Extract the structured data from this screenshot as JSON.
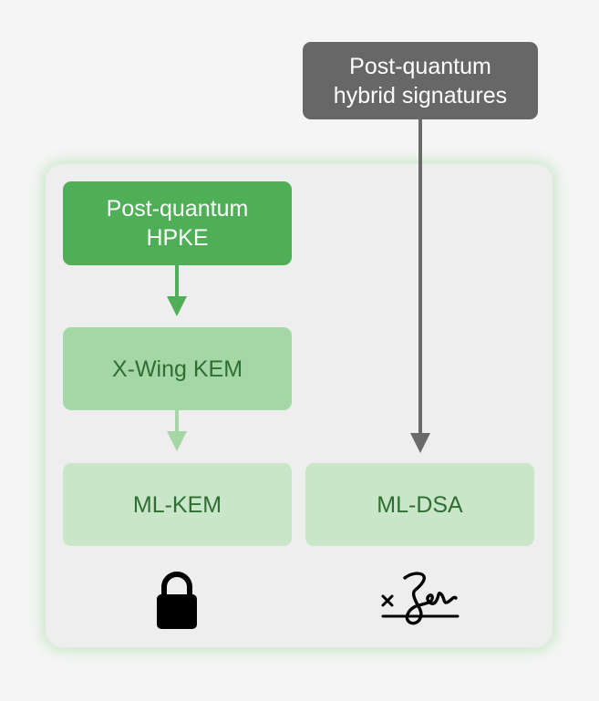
{
  "diagram": {
    "nodes": {
      "hybrid_signatures": {
        "label": "Post-quantum\nhybrid signatures",
        "color": "#676767"
      },
      "pq_hpke": {
        "label": "Post-quantum\nHPKE",
        "color": "#4eaf56"
      },
      "xwing_kem": {
        "label": "X-Wing KEM",
        "color": "#a5d6a6"
      },
      "ml_kem": {
        "label": "ML-KEM",
        "color": "#c9e6c9"
      },
      "ml_dsa": {
        "label": "ML-DSA",
        "color": "#c9e6c9"
      }
    },
    "edges": [
      {
        "from": "pq_hpke",
        "to": "xwing_kem"
      },
      {
        "from": "xwing_kem",
        "to": "ml_kem"
      },
      {
        "from": "hybrid_signatures",
        "to": "ml_dsa"
      }
    ],
    "icons": {
      "kem_icon": "padlock-icon",
      "dsa_icon": "signature-icon"
    }
  }
}
